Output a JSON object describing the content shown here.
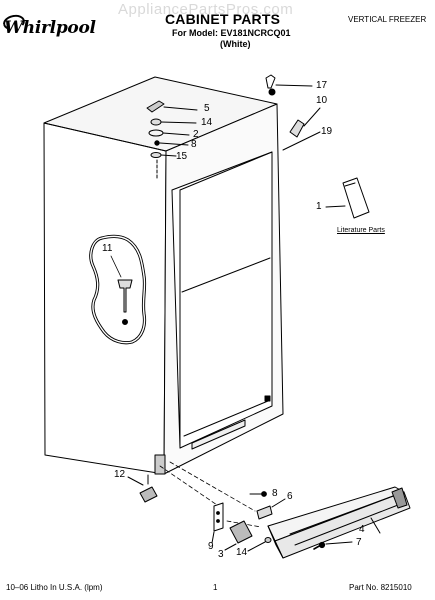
{
  "watermark": "AppliancePartsPros.com",
  "header": {
    "brand": "Whirlpool",
    "title": "CABINET PARTS",
    "model_line": "For Model: EV181NCRCQ01",
    "color_line": "(White)",
    "product_type": "VERTICAL FREEZER"
  },
  "callouts": {
    "c1": "1",
    "c2": "2",
    "c3": "3",
    "c4": "4",
    "c5": "5",
    "c6": "6",
    "c7": "7",
    "c8a": "8",
    "c8b": "8",
    "c9": "9",
    "c10": "10",
    "c11": "11",
    "c12": "12",
    "c14a": "14",
    "c14b": "14",
    "c15": "15",
    "c17": "17",
    "c19": "19"
  },
  "literature_label": "Literature Parts",
  "footer": {
    "left": "10–06 Litho In U.S.A. (lpm)",
    "page": "1",
    "right": "Part No. 8215010"
  }
}
